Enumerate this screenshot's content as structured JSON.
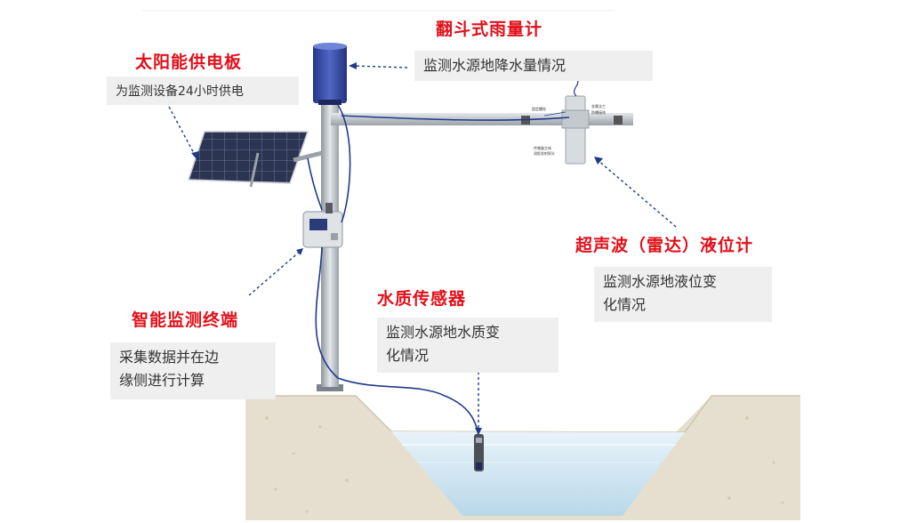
{
  "components": {
    "rain_gauge": {
      "title": "翻斗式雨量计",
      "desc": "监测水源地降水量情况"
    },
    "solar_panel": {
      "title": "太阳能供电板",
      "desc": "为监测设备24小时供电"
    },
    "level_meter": {
      "title": "超声波（雷达）液位计",
      "desc_line1": "监测水源地液位变",
      "desc_line2": "化情况"
    },
    "water_sensor": {
      "title": "水质传感器",
      "desc_line1": "监测水源地水质变",
      "desc_line2": "化情况"
    },
    "terminal": {
      "title": "智能监测终端",
      "desc_line1": "采集数据并在边",
      "desc_line2": "缘侧进行计算"
    }
  },
  "colors": {
    "title_red": "#e0101a",
    "desc_bg": "#efefef",
    "water": "#cfe6f2",
    "ground": "#e5ddcc",
    "pole": "#b8bec4",
    "cable": "#1f3a8a",
    "solar": "#27304a"
  }
}
